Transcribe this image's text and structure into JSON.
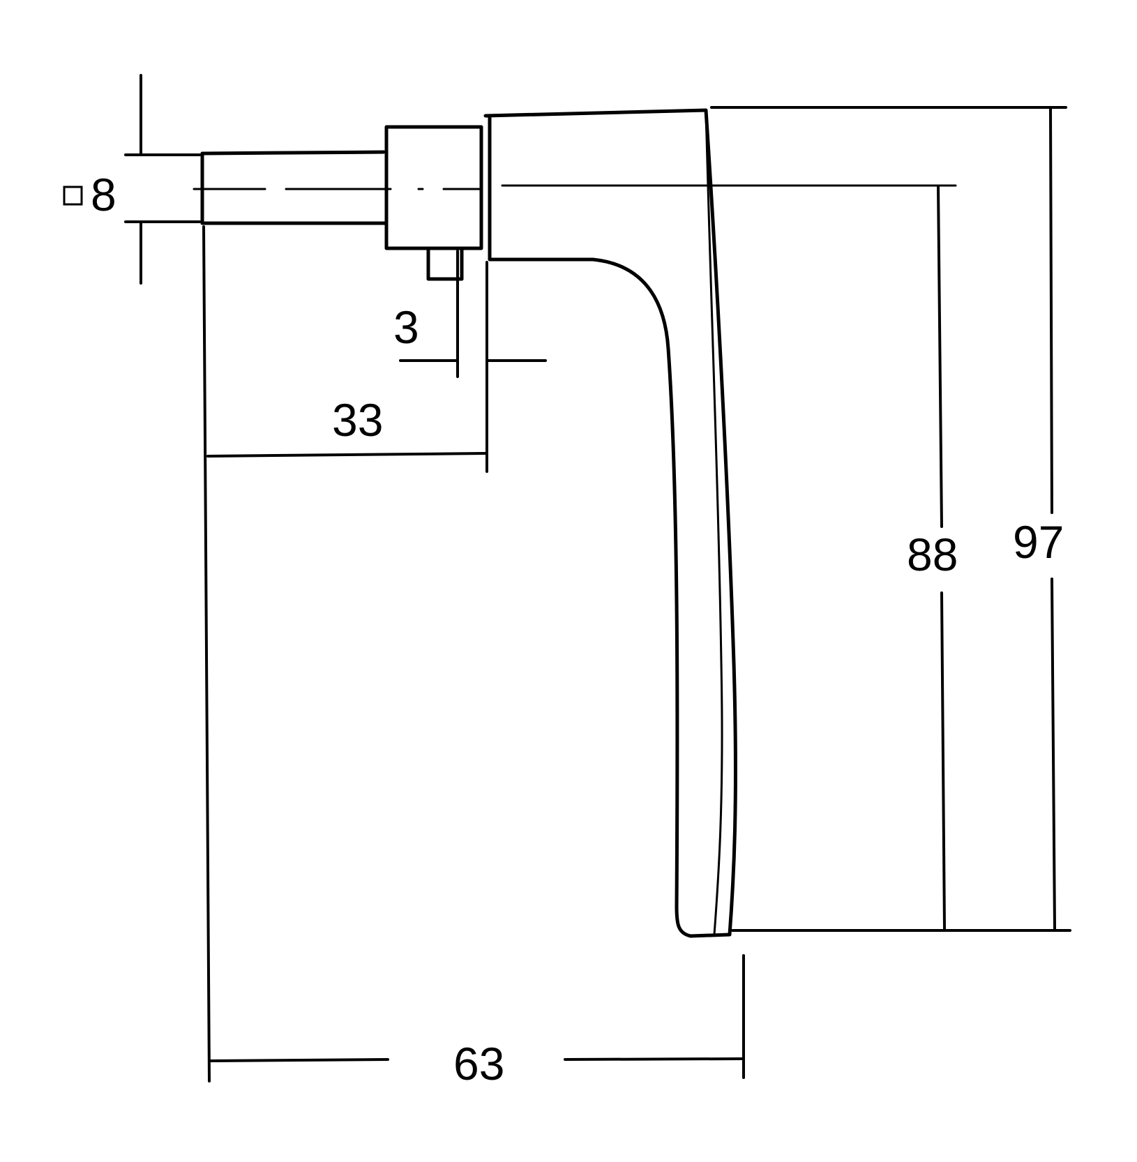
{
  "dimensions": {
    "square_symbol": "□",
    "square_spindle": "8",
    "gap": "3",
    "spindle_length": "33",
    "projection": "63",
    "axis_to_bottom": "88",
    "overall_height": "97"
  },
  "colors": {
    "line": "#000000",
    "background": "#ffffff"
  }
}
